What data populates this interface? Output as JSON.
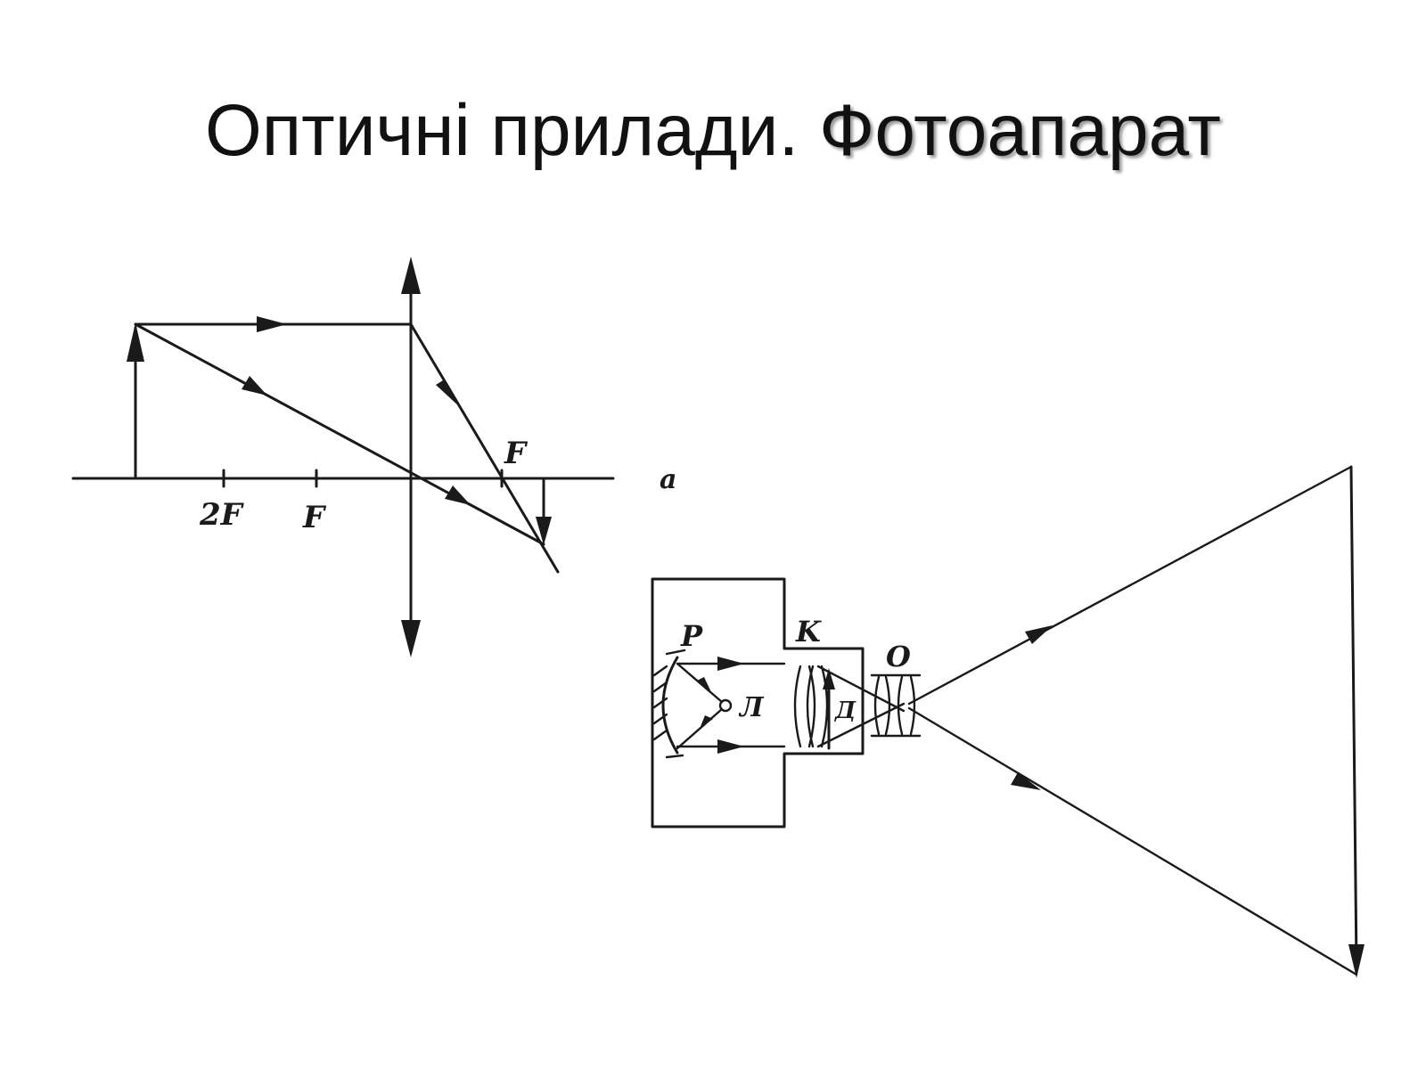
{
  "title": {
    "part1": "Оптичні прилади.",
    "part2": "Фотоапарат"
  },
  "lens_diagram": {
    "label_2f": "2F",
    "label_f_left": "F",
    "label_f_right": "F",
    "label_a": "a"
  },
  "projector_diagram": {
    "label_p": "P",
    "label_k": "K",
    "label_o": "O",
    "label_l": "Л",
    "label_d": "Д"
  },
  "colors": {
    "ink": "#1a1a1a",
    "background": "#ffffff"
  }
}
